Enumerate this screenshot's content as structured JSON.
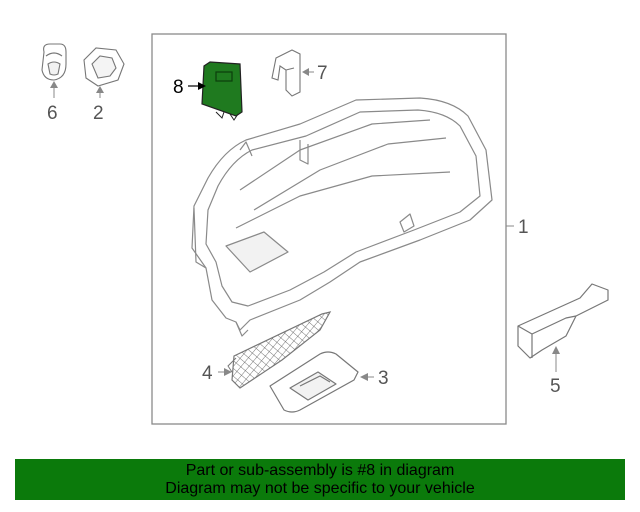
{
  "callouts": {
    "c1": "1",
    "c2": "2",
    "c3": "3",
    "c4": "4",
    "c5": "5",
    "c6": "6",
    "c7": "7",
    "c8": "8"
  },
  "highlight_part": "8",
  "colors": {
    "highlight_fill": "#1f7a1f",
    "banner_bg": "#0b7a0b",
    "line": "#888888"
  },
  "banner": {
    "line1": "Part or sub-assembly is #8 in diagram",
    "line2": "Diagram may not be specific to your vehicle"
  }
}
